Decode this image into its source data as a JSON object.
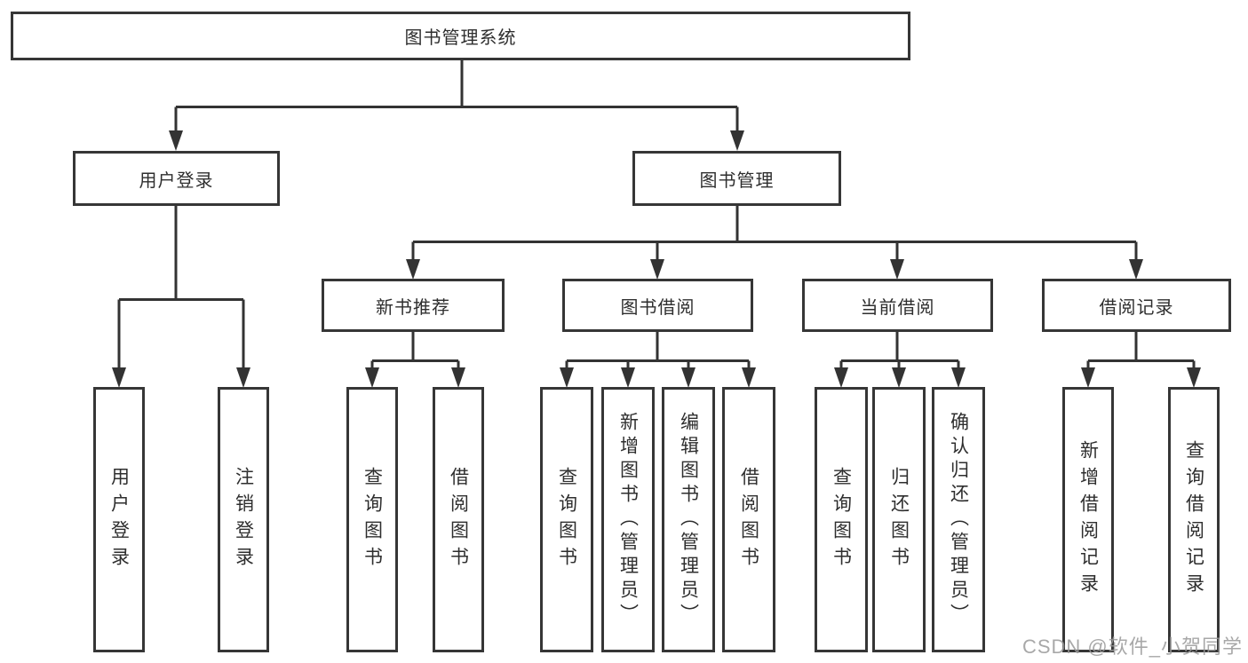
{
  "watermark": {
    "text": "CSDN @软件_小贺同学"
  },
  "colors": {
    "line": "#333333",
    "box_border": "#363636",
    "text": "#2e2e2e",
    "background": "#ffffff",
    "watermark": "#9a9a9a"
  },
  "tree": {
    "label": "图书管理系统",
    "children": [
      {
        "label": "用户登录",
        "children": [
          {
            "label": "用户登录"
          },
          {
            "label": "注销登录"
          }
        ]
      },
      {
        "label": "图书管理",
        "children": [
          {
            "label": "新书推荐",
            "children": [
              {
                "label": "查询图书"
              },
              {
                "label": "借阅图书"
              }
            ]
          },
          {
            "label": "图书借阅",
            "children": [
              {
                "label": "查询图书"
              },
              {
                "label": "新增图书（管理员）"
              },
              {
                "label": "编辑图书（管理员）"
              },
              {
                "label": "借阅图书"
              }
            ]
          },
          {
            "label": "当前借阅",
            "children": [
              {
                "label": "查询图书"
              },
              {
                "label": "归还图书"
              },
              {
                "label": "确认归还（管理员）"
              }
            ]
          },
          {
            "label": "借阅记录",
            "children": [
              {
                "label": "新增借阅记录"
              },
              {
                "label": "查询借阅记录"
              }
            ]
          }
        ]
      }
    ]
  }
}
